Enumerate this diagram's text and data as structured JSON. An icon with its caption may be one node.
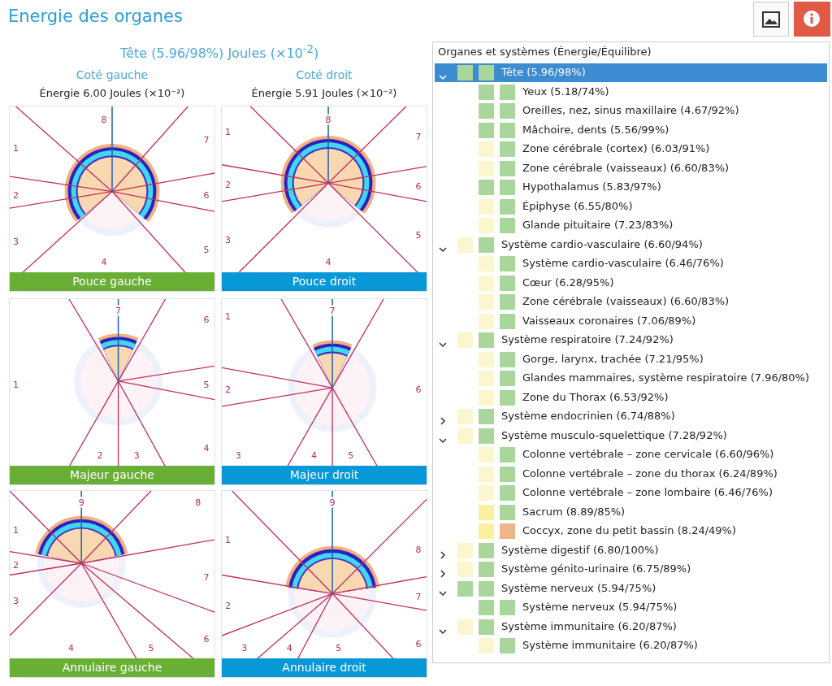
{
  "diagram": {
    "title": "Energie des organes",
    "nodes": [
      {
        "text": [
          "1",
          "2",
          "3",
          "4",
          "5",
          "6",
          "7",
          "8",
          "Pouce gauche"
        ]
      },
      {
        "text": [
          "1",
          "2",
          "3",
          "4",
          "5",
          "6",
          "7",
          "8",
          "Pouce droit"
        ]
      },
      {
        "text": [
          "1",
          "2",
          "3",
          "4",
          "5",
          "6",
          "7",
          "Majeur gauche"
        ]
      },
      {
        "text": [
          "1",
          "2",
          "3",
          "4",
          "5",
          "6",
          "7",
          "Majeur droit"
        ]
      },
      {
        "text": [
          "1",
          "2",
          "3",
          "4",
          "5",
          "6",
          "7",
          "8",
          "9",
          "Annulaire gauche"
        ]
      },
      {
        "text": [
          "1",
          "2",
          "3",
          "4",
          "5",
          "6",
          "7",
          "8",
          "9",
          "Annulaire droit"
        ]
      },
      {
        "text": [
          "Organes et systèmes (Énergie/Équilibre)"
        ]
      }
    ],
    "labels": [
      "Tête (5.96/98%) Joules (×10$^{-2}$)",
      "Coté gauche",
      "Coté droit",
      "Énergie 6.00 Joules (×10⁻²)",
      "Énergie 5.91 Joules (×10⁻²)",
      "Tête (5.96/98%)",
      "Yeux (5.18/74%)",
      "Oreilles, nez, sinus maxillaire (4.67/92%)",
      "Mâchoire, dents (5.56/99%)",
      "Zone cérébrale (cortex) (6.03/91%)",
      "Zone cérébrale (vaisseaux) (6.60/83%)",
      "Hypothalamus (5.83/97%)",
      "Épiphyse (6.55/80%)",
      "Glande pituitaire (7.23/83%)",
      "Système cardio-vasculaire (6.60/94%)",
      "Système cardio-vasculaire (6.46/76%)",
      "Cœur (6.28/95%)",
      "Zone cérébrale (vaisseaux) (6.60/83%)",
      "Vaisseaux coronaires (7.06/89%)",
      "Système respiratoire (7.24/92%)",
      "Gorge, larynx, trachée (7.21/95%)",
      "Glandes mammaires, système respiratoire (7.96/80%)",
      "Zone du Thorax (6.53/92%)",
      "Système endocrinien (6.74/88%)",
      "Système musculo-squelettique (7.28/92%)",
      "Colonne vertébrale – zone cervicale (6.60/96%)",
      "Colonne vertébrale – zone du thorax (6.24/89%)",
      "Colonne vertébrale – zone lombaire (6.46/76%)",
      "Sacrum (8.89/85%)",
      "Coccyx, zone du petit bassin (8.24/49%)",
      "Système digestif (6.80/100%)",
      "Système génito-urinaire (6.75/89%)",
      "Système nerveux (5.94/75%)",
      "Système nerveux (5.94/75%)",
      "Système immunitaire (6.20/87%)",
      "Système immunitaire (6.20/87%)"
    ]
  }
}
